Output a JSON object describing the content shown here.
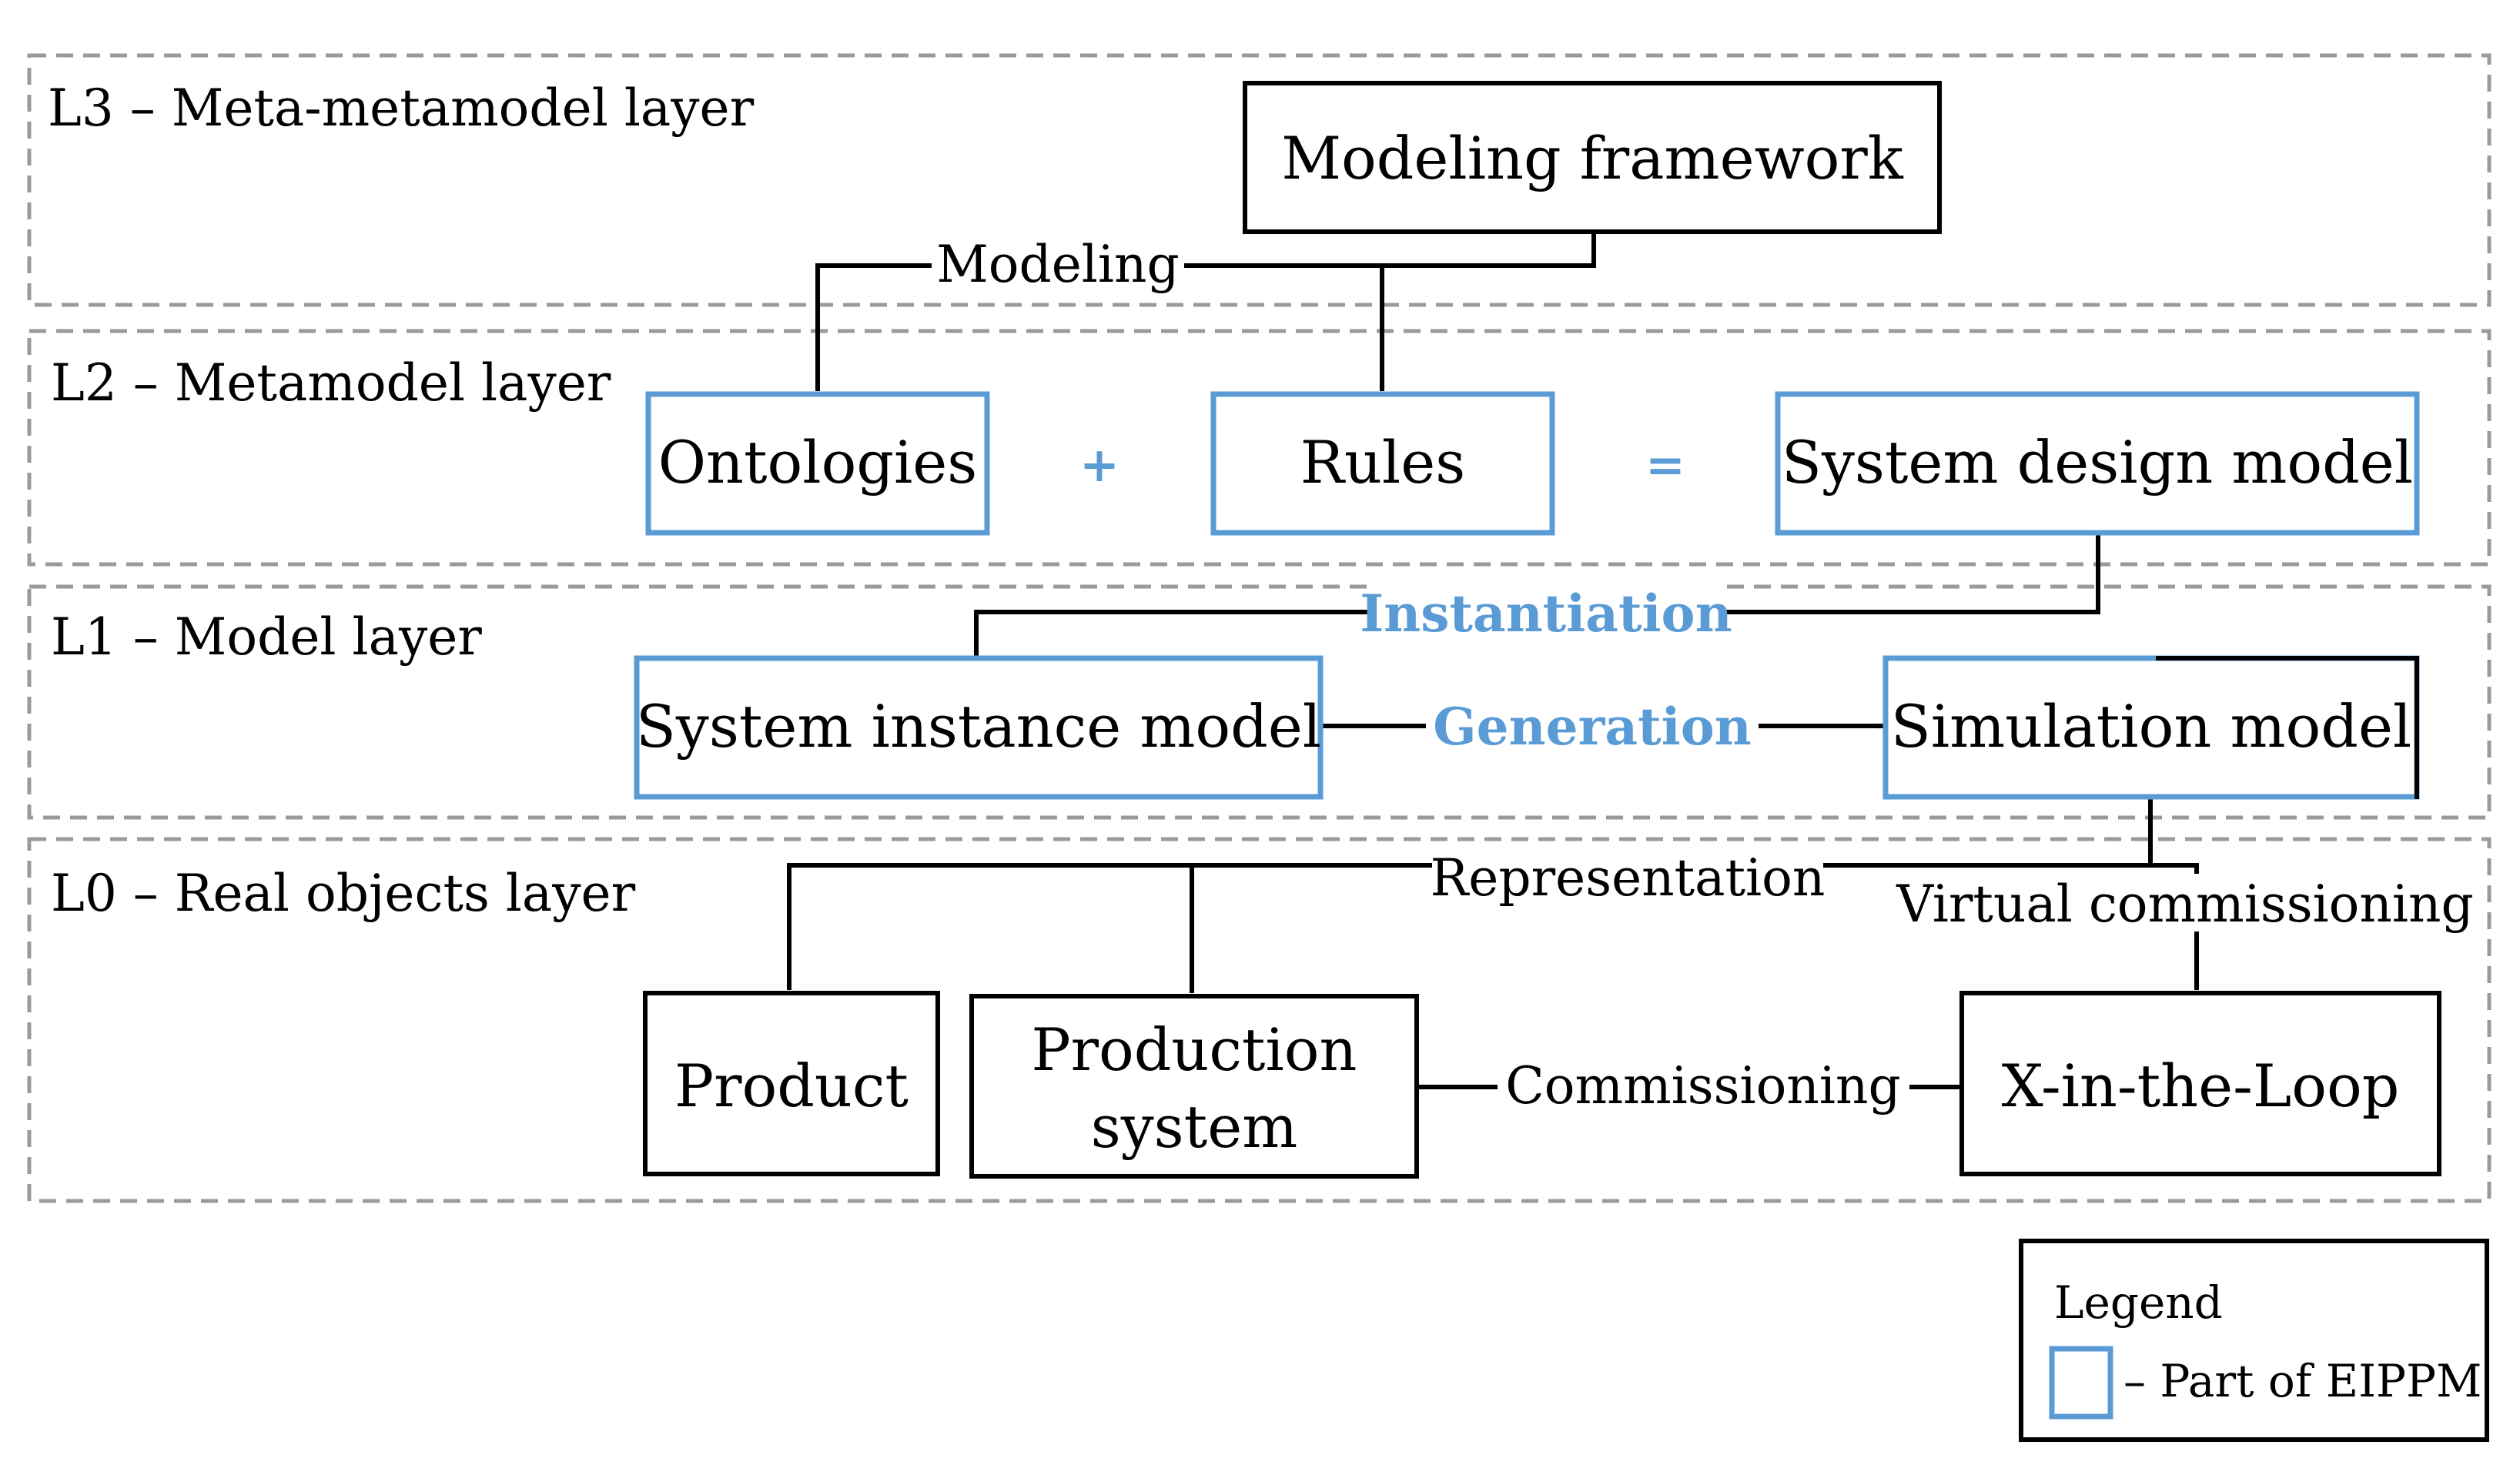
{
  "layers": {
    "l3": "L3 – Meta-metamodel layer",
    "l2": "L2 – Metamodel layer",
    "l1": "L1 – Model layer",
    "l0": "L0 – Real objects layer"
  },
  "nodes": {
    "modeling_framework": "Modeling framework",
    "ontologies": "Ontologies",
    "rules": "Rules",
    "system_design_model": "System design model",
    "system_instance_model": "System instance model",
    "simulation_model": "Simulation model",
    "product": "Product",
    "production_system_line1": "Production",
    "production_system_line2": "system",
    "x_in_the_loop": "X-in-the-Loop"
  },
  "operators": {
    "plus": "+",
    "equals": "="
  },
  "edges": {
    "modeling": "Modeling",
    "instantiation": "Instantiation",
    "generation": "Generation",
    "representation": "Representation",
    "virtual_commissioning": "Virtual commissioning",
    "commissioning": "Commissioning"
  },
  "legend": {
    "title": "Legend",
    "item": "– Part of EIPPM"
  },
  "colors": {
    "eippm_blue": "#5b9bd5",
    "frame_gray": "#9a9a9a",
    "black": "#000000"
  }
}
